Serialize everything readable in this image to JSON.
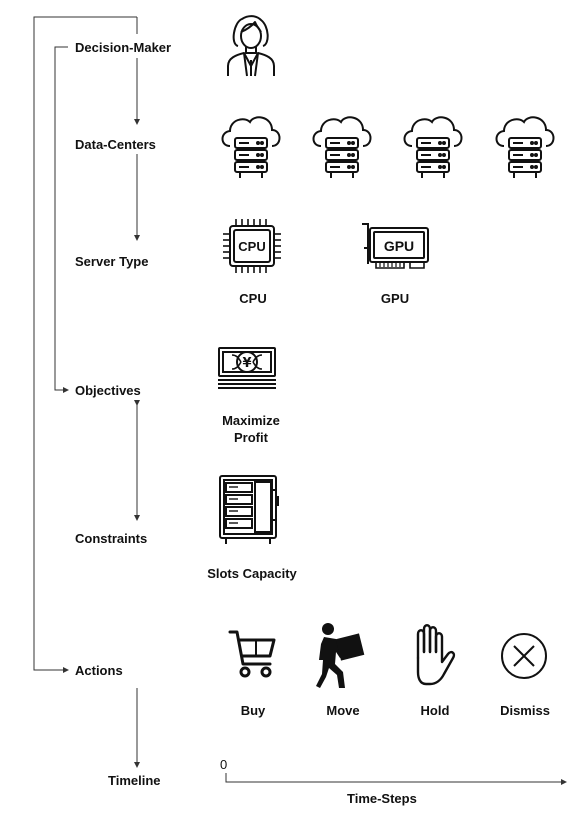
{
  "rows": {
    "decision_maker": "Decision-Maker",
    "data_centers": "Data-Centers",
    "server_type": "Server Type",
    "objectives": "Objectives",
    "constraints": "Constraints",
    "actions": "Actions",
    "timeline": "Timeline"
  },
  "server_types": {
    "cpu": "CPU",
    "gpu": "GPU"
  },
  "objective": {
    "line1": "Maximize",
    "line2": "Profit"
  },
  "constraint": "Slots Capacity",
  "actions": {
    "buy": "Buy",
    "move": "Move",
    "hold": "Hold",
    "dismiss": "Dismiss"
  },
  "timeline_axis": {
    "start": "0",
    "label": "Time-Steps"
  },
  "icons": [
    "person-icon",
    "cloud-server-icon",
    "cpu-chip-icon",
    "gpu-card-icon",
    "money-icon",
    "server-rack-icon",
    "cart-icon",
    "person-carrying-box-icon",
    "hand-icon",
    "x-circle-icon"
  ]
}
